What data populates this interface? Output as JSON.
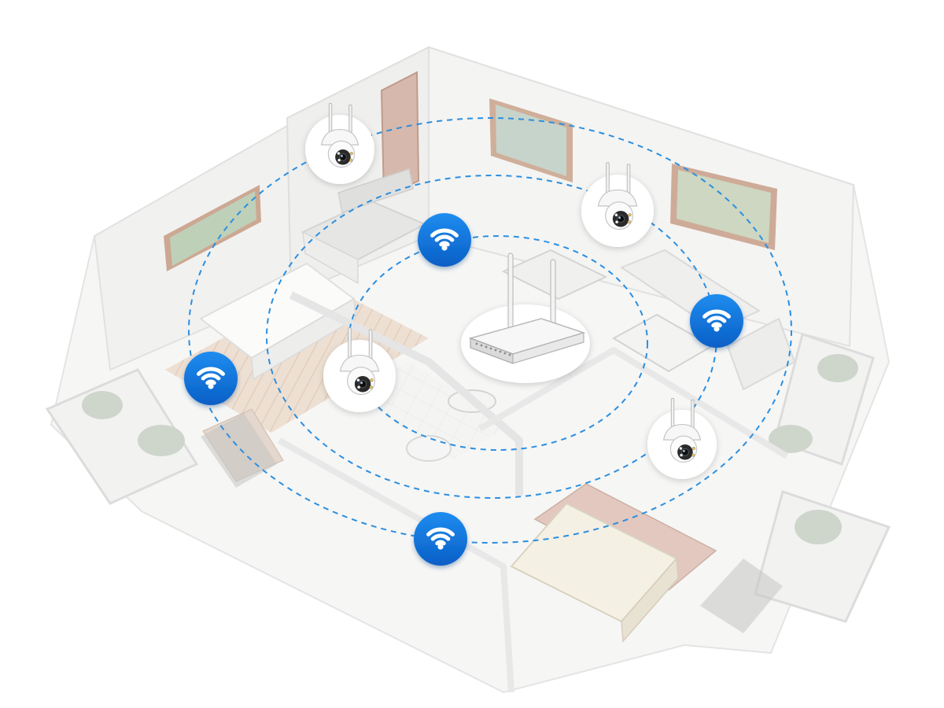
{
  "scene": {
    "subject": "wireless-camera-network-floorplan",
    "house_style": "faded-isometric-apartment",
    "colors": {
      "background": "#ffffff",
      "wall": "#f1f1f1",
      "wall_edge": "#d9d9d9",
      "floor": "#f7f7f6",
      "wood_floor": "#e6d2c0",
      "rug": "#d9bfb5",
      "door": "#c9a595",
      "ring_stroke": "#2b8fe0",
      "wifi_badge_top": "#1e8cef",
      "wifi_badge_bottom": "#0a5fc6",
      "wifi_glyph": "#ffffff",
      "device_bubble": "#ffffff"
    }
  },
  "rings": [
    {
      "name": "outer-coverage-ring"
    },
    {
      "name": "middle-coverage-ring"
    },
    {
      "name": "inner-coverage-ring"
    }
  ],
  "router": {
    "icon": "router-icon",
    "antennas": 2,
    "ports": 8
  },
  "cameras": [
    {
      "name": "camera-top-left",
      "icon": "ptz-camera-icon"
    },
    {
      "name": "camera-top-right",
      "icon": "ptz-camera-icon"
    },
    {
      "name": "camera-center",
      "icon": "ptz-camera-icon"
    },
    {
      "name": "camera-bottom-right",
      "icon": "ptz-camera-icon"
    }
  ],
  "wifi_badges": [
    {
      "name": "wifi-badge-top",
      "icon": "wifi-icon"
    },
    {
      "name": "wifi-badge-right",
      "icon": "wifi-icon"
    },
    {
      "name": "wifi-badge-left",
      "icon": "wifi-icon"
    },
    {
      "name": "wifi-badge-bottom",
      "icon": "wifi-icon"
    }
  ]
}
